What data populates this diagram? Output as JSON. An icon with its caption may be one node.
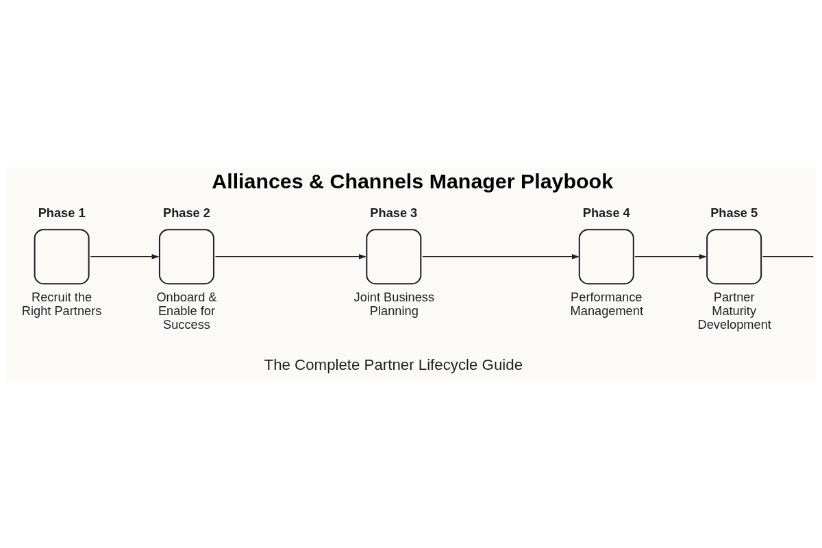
{
  "diagram": {
    "title": "Alliances & Channels Manager Playbook",
    "nodes": [
      {
        "text": [
          "Phase 1",
          "Recruit the Right Partners"
        ]
      },
      {
        "text": [
          "Phase 2",
          "Onboard & Enable for Success"
        ]
      },
      {
        "text": [
          "Phase 3",
          "Joint Business Planning"
        ]
      },
      {
        "text": [
          "Phase 4",
          "Performance Management"
        ]
      },
      {
        "text": [
          "Phase 5",
          "Partner Maturity Development"
        ]
      }
    ],
    "edges": [
      {
        "from": 0,
        "to": 1,
        "arrow": "to"
      },
      {
        "from": 1,
        "to": 2,
        "arrow": "to"
      },
      {
        "from": 2,
        "to": 3,
        "arrow": "to"
      },
      {
        "from": 3,
        "to": 4,
        "arrow": "to"
      },
      {
        "from": 4,
        "to": null,
        "arrow": "none"
      }
    ],
    "labels": [
      "The Complete Partner Lifecycle Guide"
    ]
  }
}
